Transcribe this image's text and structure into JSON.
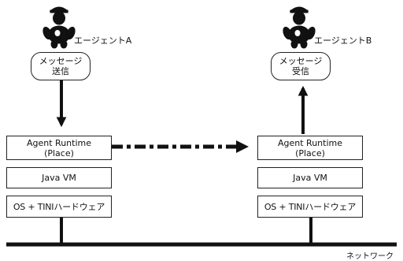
{
  "agent_a": {
    "name": "エージェントA",
    "bubble": [
      "メッセージ",
      "送信"
    ],
    "runtime": [
      "Agent Runtime",
      "(Place)"
    ],
    "jvm": "Java VM",
    "os": "OS + TINIハードウェア"
  },
  "agent_b": {
    "name": "エージェントB",
    "bubble": [
      "メッセージ",
      "受信"
    ],
    "runtime": [
      "Agent Runtime",
      "(Place)"
    ],
    "jvm": "Java VM",
    "os": "OS + TINIハードウェア"
  },
  "network": {
    "label": "ネットワーク"
  }
}
